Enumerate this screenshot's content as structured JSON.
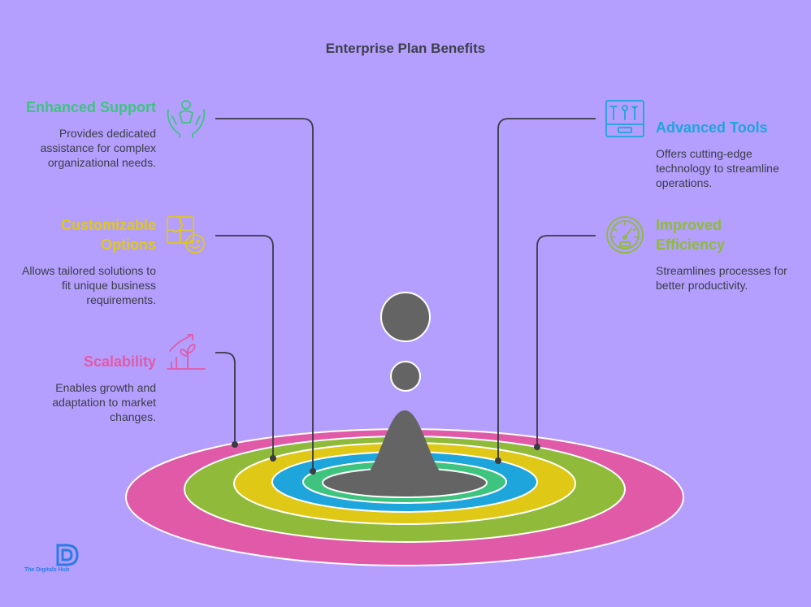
{
  "title": "Enterprise Plan Benefits",
  "colors": {
    "background": "#b49ffe",
    "pink": "#e05aa8",
    "green": "#8fba3a",
    "yellow": "#e0c816",
    "blue": "#1ea5dc",
    "teal": "#3ec47e",
    "drop": "#646464"
  },
  "benefits": [
    {
      "title": "Enhanced Support",
      "description": "Provides dedicated assistance for complex organizational needs.",
      "icon": "support-hands-icon",
      "color": "#3ec47e"
    },
    {
      "title": "Customizable Options",
      "description": "Allows tailored solutions to fit unique business requirements.",
      "icon": "customize-puzzle-icon",
      "color": "#e0c816"
    },
    {
      "title": "Scalability",
      "description": "Enables growth and adaptation to market changes.",
      "icon": "growth-plant-icon",
      "color": "#e05aa8"
    },
    {
      "title": "Advanced Tools",
      "description": "Offers cutting-edge technology to streamline operations.",
      "icon": "tools-toolbox-icon",
      "color": "#1ea5dc"
    },
    {
      "title": "Improved Efficiency",
      "description": "Streamlines processes for better productivity.",
      "icon": "speedometer-icon",
      "color": "#8fba3a"
    }
  ],
  "logo": {
    "name": "The Digitals Hub",
    "icon": "digitals-hub-logo-icon"
  }
}
